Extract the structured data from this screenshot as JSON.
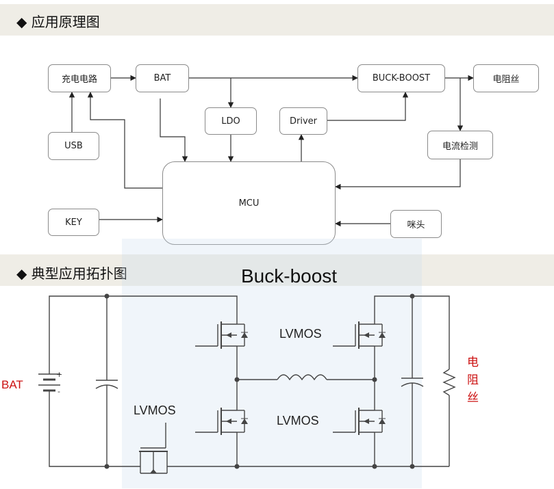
{
  "section1": {
    "title": "◆ 应用原理图"
  },
  "section2": {
    "title": "◆ 典型应用拓扑图"
  },
  "blocks": {
    "charge": "充电电路",
    "bat": "BAT",
    "buckboost": "BUCK-BOOST",
    "heater": "电阻丝",
    "usb": "USB",
    "ldo": "LDO",
    "driver": "Driver",
    "current": "电流检测",
    "mcu": "MCU",
    "key": "KEY",
    "mic": "咪头"
  },
  "topology": {
    "title": "Buck-boost",
    "bat_label": "BAT",
    "lvmos_top_right": "LVMOS",
    "lvmos_left": "LVMOS",
    "lvmos_bottom_right": "LVMOS",
    "heater_label": "电\n阻\n丝"
  },
  "colors": {
    "band": "#efede6",
    "red_label": "#cc1111",
    "overlay": "#c9dcee"
  }
}
